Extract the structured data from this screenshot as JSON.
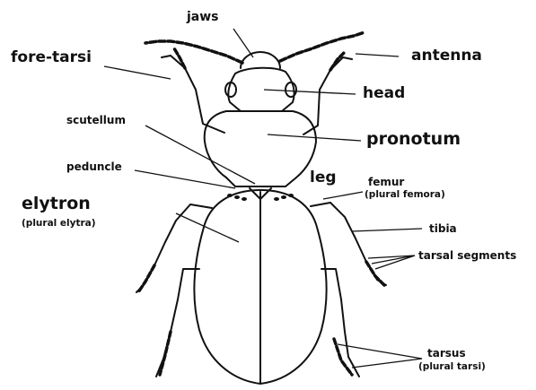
{
  "labels": {
    "jaws": "jaws",
    "fore_tarsi": "fore-tarsi",
    "antenna": "antenna",
    "head": "head",
    "scutellum": "scutellum",
    "pronotum": "pronotum",
    "peduncle": "peduncle",
    "leg": "leg",
    "femur": "femur",
    "femur_plural": "(plural femora)",
    "elytron": "elytron",
    "elytron_plural": "(plural elytra)",
    "tibia": "tibia",
    "tarsal_segments": "tarsal segments",
    "tarsus": "tarsus",
    "tarsus_plural": "(plural tarsi)"
  }
}
